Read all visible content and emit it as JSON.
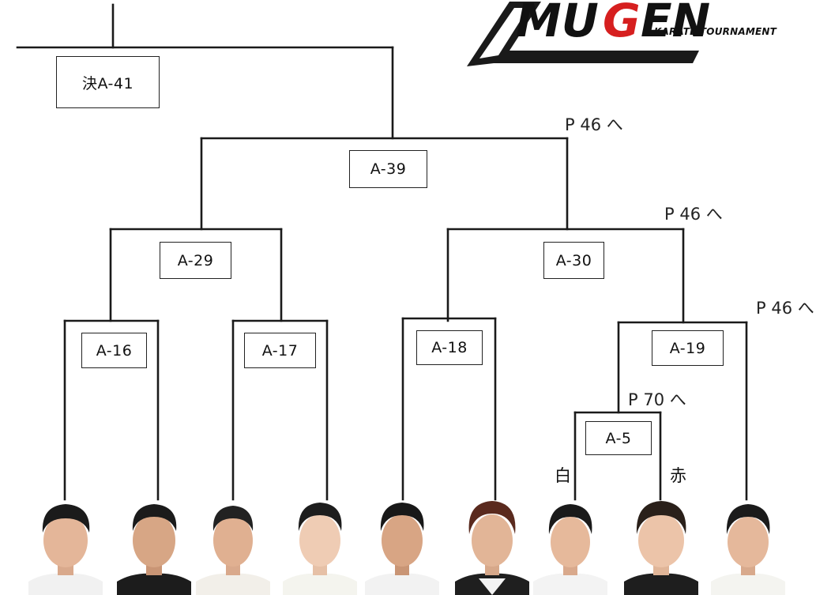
{
  "logo": {
    "wordmark": "MUGEN",
    "subtitle": "KARATE TOURNAMENT"
  },
  "matches": {
    "a41": "決A-41",
    "a39": "A-39",
    "a29": "A-29",
    "a30": "A-30",
    "a16": "A-16",
    "a17": "A-17",
    "a18": "A-18",
    "a19": "A-19",
    "a5": "A-5"
  },
  "refs": {
    "r1": "P 46 へ",
    "r2": "P 46 へ",
    "r3": "P 46 へ",
    "r4": "P 70 へ"
  },
  "corners": {
    "white": "白",
    "red": "赤"
  },
  "colors": {
    "line": "#1a1a1a",
    "logo_red": "#d61f1f",
    "logo_black": "#111111"
  }
}
